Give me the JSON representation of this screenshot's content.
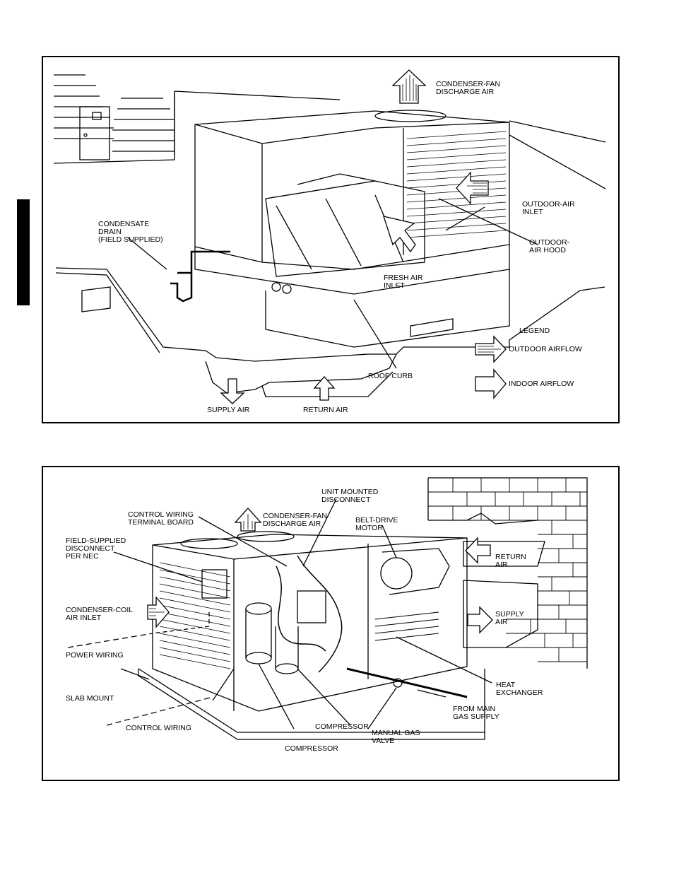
{
  "top_figure": {
    "labels": {
      "condenser_fan_discharge": "CONDENSER-FAN\nDISCHARGE AIR",
      "outdoor_air_inlet": "OUTDOOR-AIR\nINLET",
      "outdoor_air_hood": "OUTDOOR-\nAIR HOOD",
      "condensate_drain": "CONDENSATE\nDRAIN\n(FIELD SUPPLIED)",
      "fresh_air_inlet": "FRESH AIR\nINLET",
      "roof_curb": "ROOF CURB",
      "supply_air": "SUPPLY AIR",
      "return_air": "RETURN AIR"
    },
    "legend": {
      "title": "LEGEND",
      "outdoor_airflow": "OUTDOOR AIRFLOW",
      "indoor_airflow": "INDOOR AIRFLOW"
    }
  },
  "bottom_figure": {
    "labels": {
      "unit_mounted_disconnect": "UNIT MOUNTED\nDISCONNECT",
      "belt_drive_motor": "BELT-DRIVE\nMOTOR",
      "control_wiring_terminal_board": "CONTROL WIRING\nTERMINAL BOARD",
      "condenser_fan_discharge": "CONDENSER-FAN\nDISCHARGE AIR",
      "field_supplied_disconnect": "FIELD-SUPPLIED\nDISCONNECT\nPER NEC",
      "condenser_coil_inlet": "CONDENSER-COIL\nAIR INLET",
      "return_air": "RETURN\nAIR",
      "supply_air": "SUPPLY\nAIR",
      "power_wiring": "POWER WIRING",
      "heat_exchanger": "HEAT\nEXCHANGER",
      "slab_mount": "SLAB MOUNT",
      "from_main_gas_supply": "FROM MAIN\nGAS SUPPLY",
      "control_wiring": "CONTROL WIRING",
      "compressor_1": "COMPRESSOR",
      "manual_gas_valve": "MANUAL GAS\nVALVE",
      "compressor_2": "COMPRESSOR"
    }
  }
}
